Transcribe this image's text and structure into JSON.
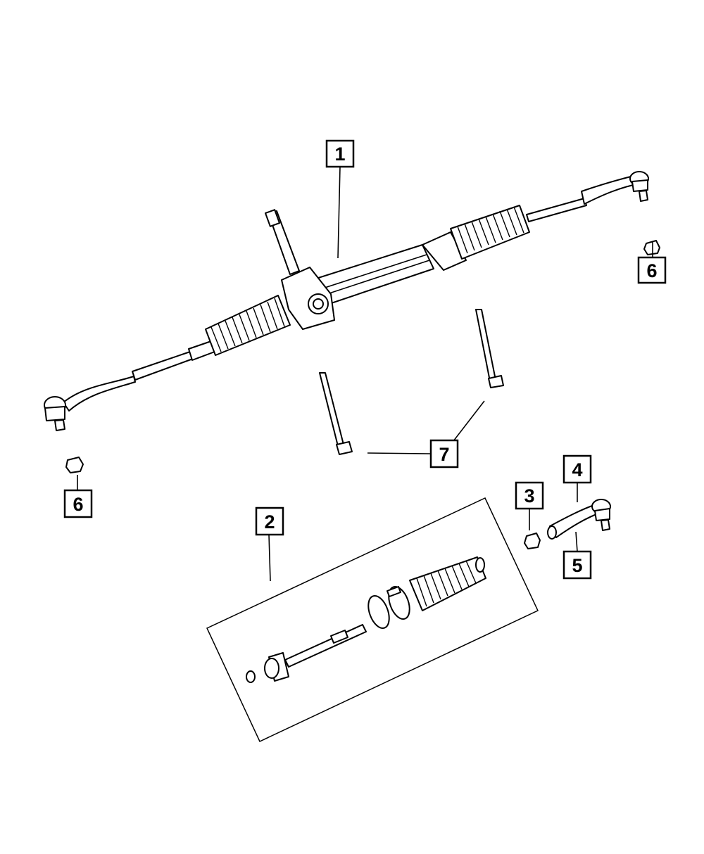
{
  "diagram": {
    "callouts": [
      {
        "id": "callout-1",
        "label": "1"
      },
      {
        "id": "callout-2",
        "label": "2"
      },
      {
        "id": "callout-3",
        "label": "3"
      },
      {
        "id": "callout-4",
        "label": "4"
      },
      {
        "id": "callout-5",
        "label": "5"
      },
      {
        "id": "callout-6-right",
        "label": "6"
      },
      {
        "id": "callout-6-left",
        "label": "6"
      },
      {
        "id": "callout-7",
        "label": "7"
      }
    ]
  }
}
